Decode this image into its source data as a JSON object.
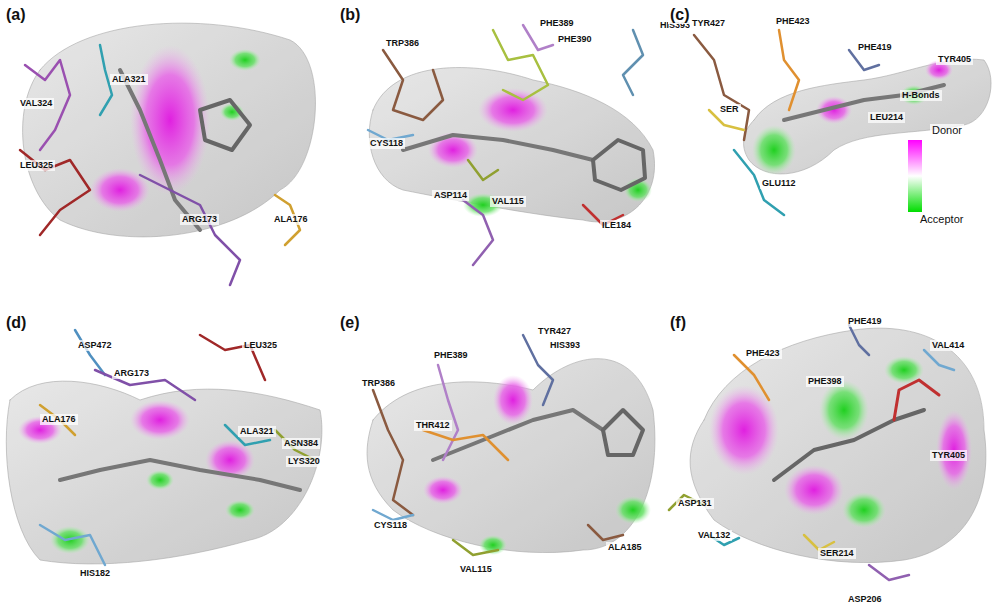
{
  "diagram": {
    "labels": [
      "(a)",
      "VAL324",
      "ALA321",
      "LEU325",
      "ARG173",
      "ALA176",
      "(b)",
      "TRP386",
      "PHE389",
      "PHE390",
      "HIS393",
      "CYS118",
      "VAL115",
      "ASP114",
      "ILE184",
      "(c)",
      "TYR427",
      "PHE423",
      "PHE419",
      "TYR405",
      "SER",
      "LEU214",
      "GLU112",
      "H-Bonds",
      "(d)",
      "ASP472",
      "ARG173",
      "LEU325",
      "ALA176",
      "ALA321",
      "ASN384",
      "LYS320",
      "HIS182",
      "(e)",
      "PHE389",
      "TYR427",
      "HIS393",
      "TRP386",
      "THR412",
      "CYS118",
      "VAL115",
      "ALA185",
      "(f)",
      "PHE419",
      "VAL414",
      "PHE423",
      "PHE398",
      "TYR405",
      "ASP131",
      "VAL132",
      "SER214",
      "ASP206"
    ],
    "legend": [
      {
        "text": "Donor",
        "color": "#ff00ff"
      },
      {
        "text": "Acceptor",
        "color": "#00dd00"
      }
    ]
  }
}
